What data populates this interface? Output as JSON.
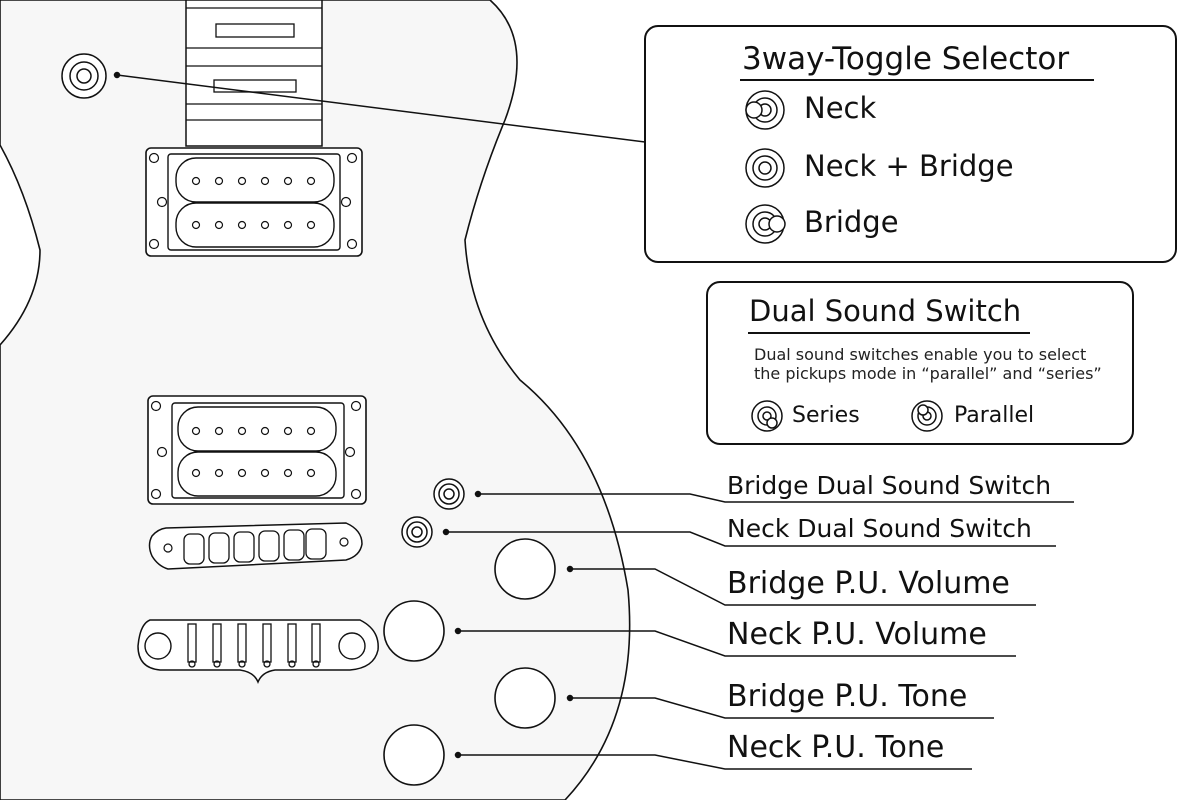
{
  "toggle_box": {
    "title": "3way-Toggle Selector",
    "options": [
      {
        "label": "Neck",
        "icon": "toggle-neck-icon"
      },
      {
        "label": "Neck + Bridge",
        "icon": "toggle-middle-icon"
      },
      {
        "label": "Bridge",
        "icon": "toggle-bridge-icon"
      }
    ]
  },
  "dual_box": {
    "title": "Dual Sound Switch",
    "description_line1": "Dual sound switches enable you to select",
    "description_line2": "the pickups mode in “parallel” and “series”",
    "series_label": "Series",
    "parallel_label": "Parallel"
  },
  "callouts": {
    "bridge_dual": "Bridge Dual Sound Switch",
    "neck_dual": "Neck Dual Sound Switch",
    "bridge_volume": "Bridge P.U. Volume",
    "neck_volume": "Neck P.U. Volume",
    "bridge_tone": "Bridge P.U. Tone",
    "neck_tone": "Neck P.U. Tone"
  },
  "colors": {
    "line": "#111111",
    "body_fill": "#f7f7f7",
    "background": "#ffffff"
  }
}
